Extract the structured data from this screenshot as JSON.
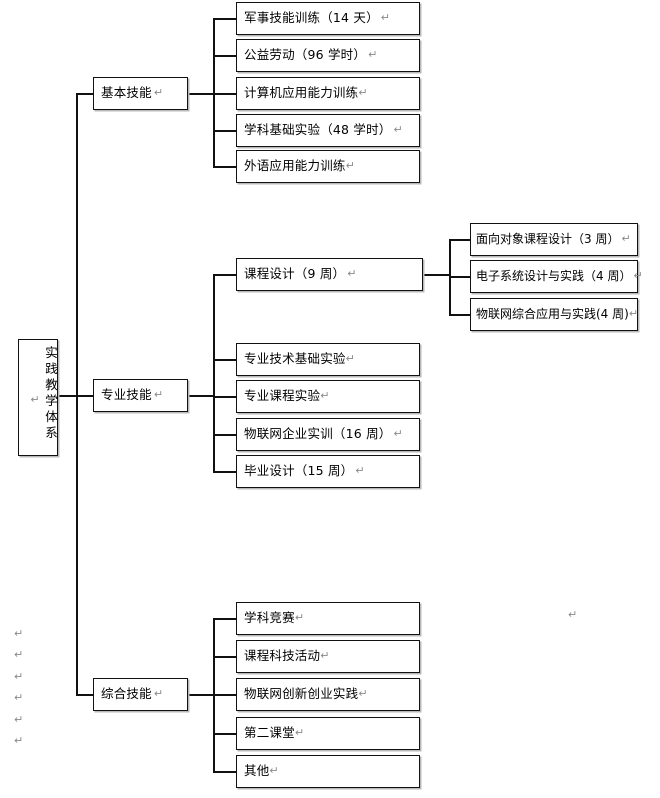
{
  "diagram": {
    "type": "tree",
    "orientation": "left-to-right",
    "root": {
      "label": "实践教学体系",
      "pilcrow": "↵",
      "vertical_text": true
    },
    "branches": [
      {
        "label": "基本技能",
        "pilcrow": "↵",
        "children": [
          {
            "label": "军事技能训练（14 天）",
            "pilcrow": "↵"
          },
          {
            "label": "公益劳动（96 学时）",
            "pilcrow": "↵"
          },
          {
            "label": "计算机应用能力训练",
            "pilcrow": "↵"
          },
          {
            "label": "学科基础实验（48 学时）",
            "pilcrow": "↵"
          },
          {
            "label": "外语应用能力训练",
            "pilcrow": "↵"
          }
        ]
      },
      {
        "label": "专业技能",
        "pilcrow": "↵",
        "children": [
          {
            "label": "课程设计（9 周）",
            "pilcrow": "↵",
            "children": [
              {
                "label": "面向对象课程设计（3 周）",
                "pilcrow": "↵"
              },
              {
                "label": "电子系统设计与实践（4 周）",
                "pilcrow": "↵"
              },
              {
                "label": "物联网综合应用与实践(4 周)",
                "pilcrow": "↵"
              }
            ]
          },
          {
            "label": "专业技术基础实验",
            "pilcrow": "↵"
          },
          {
            "label": "专业课程实验",
            "pilcrow": "↵"
          },
          {
            "label": "物联网企业实训（16 周）",
            "pilcrow": "↵"
          },
          {
            "label": "毕业设计（15 周）",
            "pilcrow": "↵"
          }
        ]
      },
      {
        "label": "综合技能",
        "pilcrow": "↵",
        "children": [
          {
            "label": "学科竞赛",
            "pilcrow": "↵"
          },
          {
            "label": "课程科技活动",
            "pilcrow": "↵"
          },
          {
            "label": "物联网创新创业实践",
            "pilcrow": "↵"
          },
          {
            "label": "第二课堂",
            "pilcrow": "↵"
          },
          {
            "label": "其他",
            "pilcrow": "↵"
          }
        ]
      }
    ],
    "loose_paragraph_marks": {
      "glyph": "↵",
      "left_column_count": 6,
      "right_single_count": 1
    },
    "colors": {
      "box_border": "#111111",
      "box_fill": "#ffffff",
      "box_shadow": "#b9b9b9",
      "line": "#111111",
      "text": "#000000",
      "pilcrow": "#8a8a8a",
      "background": "#ffffff"
    }
  }
}
